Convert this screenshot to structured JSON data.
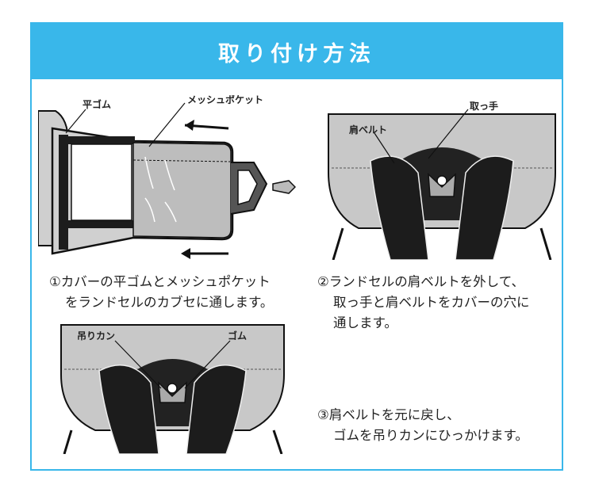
{
  "header": {
    "title": "取り付け方法"
  },
  "step1": {
    "labels": {
      "flat_rubber": "平ゴム",
      "mesh_pocket": "メッシュポケット"
    },
    "caption_line1": "①カバーの平ゴムとメッシュポケット",
    "caption_line2": "をランドセルのカブセに通します。"
  },
  "step2": {
    "labels": {
      "handle": "取っ手",
      "shoulder_belt": "肩ベルト"
    },
    "caption_line1": "②ランドセルの肩ベルトを外して、",
    "caption_line2": "取っ手と肩ベルトをカバーの穴に",
    "caption_line3": "通します。"
  },
  "step3": {
    "labels": {
      "hanger": "吊りカン",
      "rubber": "ゴム"
    },
    "caption_line1": "③肩ベルトを元に戻し、",
    "caption_line2": "ゴムを吊りカンにひっかけます。"
  },
  "colors": {
    "accent": "#39b7ea",
    "cover": "#c8c8c8",
    "belt": "#1a1a1a"
  }
}
